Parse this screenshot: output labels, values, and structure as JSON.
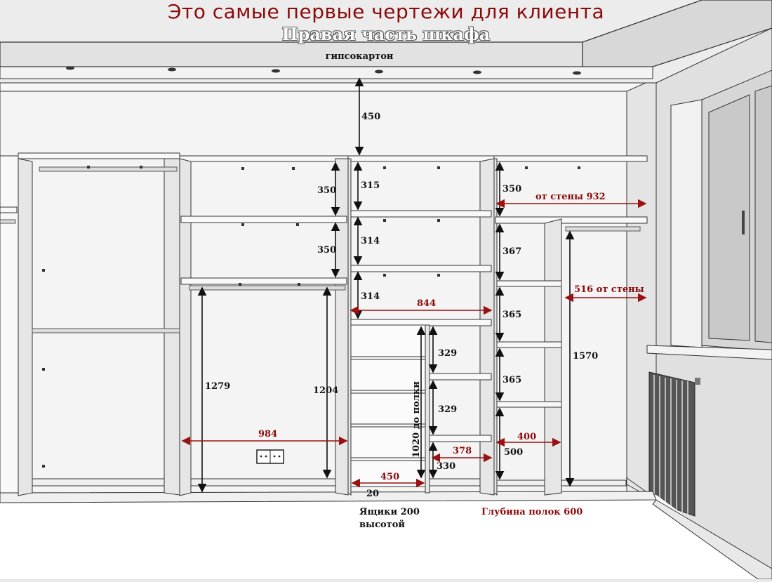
{
  "title": "Это самые первые чертежи для клиента",
  "subtitle": "Правая часть шкафа",
  "labels": {
    "gypsum": "гипсокартон",
    "d450_top": "450",
    "d350_a": "350",
    "d350_b": "350",
    "d315": "315",
    "d314_a": "314",
    "d314_b": "314",
    "d350_right": "350",
    "from_wall_932": "от стены 932",
    "d367": "367",
    "d365_a": "365",
    "d365_b": "365",
    "from_wall_516": "516 от стены",
    "d844": "844",
    "d1279": "1279",
    "d1204": "1204",
    "d984": "984",
    "d329_a": "329",
    "d329_b": "329",
    "d330": "330",
    "d378": "378",
    "d1020": "1020 до полки",
    "d450_drawer": "450",
    "d20": "20",
    "d400": "400",
    "d500": "500",
    "d1570": "1570",
    "drawers_note_1": "Ящики 200",
    "drawers_note_2": "высотой",
    "depth_note": "Глубина полок 600"
  }
}
